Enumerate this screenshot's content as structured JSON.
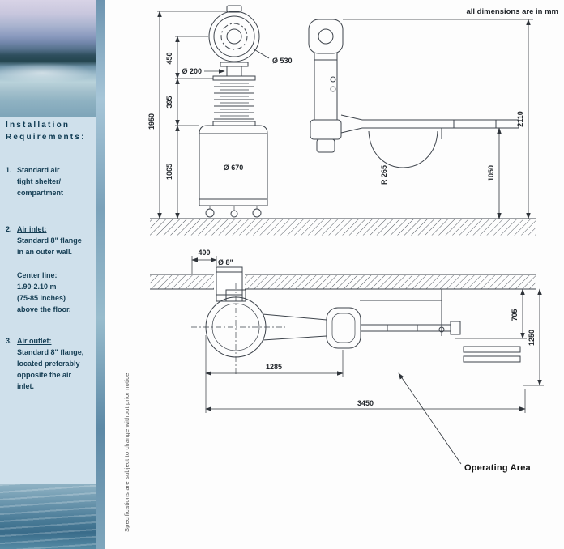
{
  "page": {
    "units_note": "all dimensions are in mm",
    "side_note": "Specifications are subject to change without prior notice"
  },
  "colors": {
    "sidebar_bg": "#cfe0eb",
    "heading_text": "#0e3a52",
    "line_color": "#3d434b"
  },
  "sidebar": {
    "heading_line1": "Installation",
    "heading_line2": "Requirements:",
    "items": [
      {
        "num": "1.",
        "lines": [
          "Standard air",
          "tight shelter/",
          "compartment"
        ]
      },
      {
        "num": "2.",
        "title": "Air inlet:",
        "lines": [
          "Standard 8\" flange",
          "in an outer wall."
        ],
        "para2": [
          "Center line:",
          "1.90-2.10 m",
          "(75-85 inches)",
          "above the floor."
        ]
      },
      {
        "num": "3.",
        "title": "Air outlet:",
        "lines": [
          "Standard 8\" flange,",
          "located preferably",
          "opposite the air",
          "inlet."
        ]
      }
    ]
  },
  "drawing_top": {
    "dims": {
      "dia530": "Ø 530",
      "dia200": "Ø 200",
      "dia670": "Ø 670",
      "h450": "450",
      "h395": "395",
      "h1950": "1950",
      "h1065": "1065",
      "h2110": "2110",
      "h1050": "1050",
      "r265": "R 265"
    }
  },
  "drawing_bottom": {
    "dims": {
      "w400": "400",
      "dia8": "Ø 8\"",
      "w1285": "1285",
      "h705": "705",
      "h1250": "1250",
      "w3450": "3450"
    },
    "operating_area": "Operating Area"
  }
}
